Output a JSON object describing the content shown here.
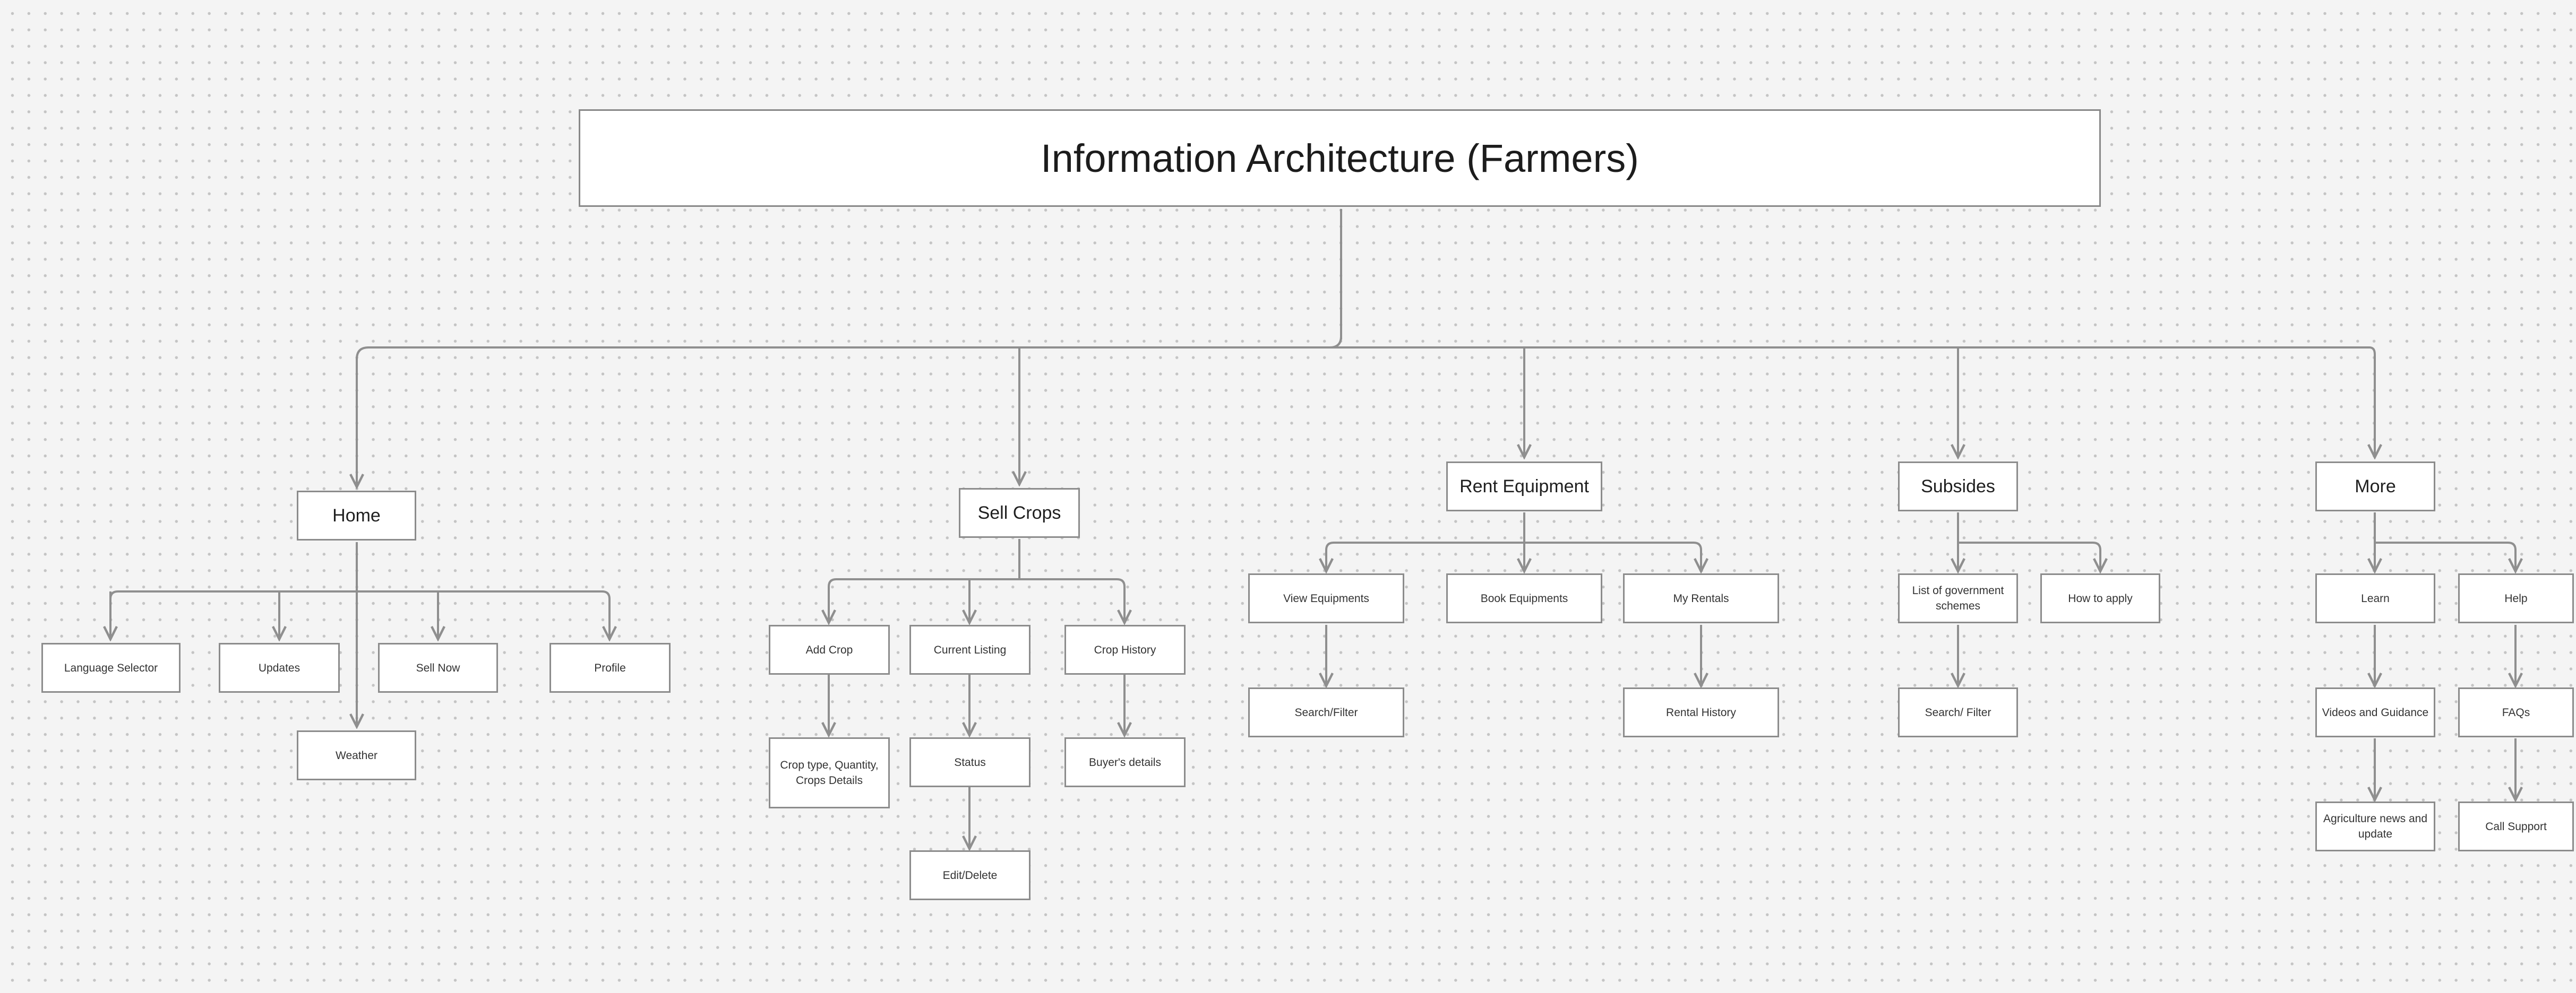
{
  "title": "Information Architecture (Farmers)",
  "colors": {
    "background": "#f4f4f4",
    "box_border": "#8c8c8c",
    "connector": "#8f8f8f",
    "dot": "#c4c4c4"
  },
  "sections": [
    {
      "label": "Home",
      "children": [
        {
          "label": "Language Selector",
          "children": []
        },
        {
          "label": "Updates",
          "children": []
        },
        {
          "label": "Weather",
          "children": []
        },
        {
          "label": "Sell Now",
          "children": []
        },
        {
          "label": "Profile",
          "children": []
        }
      ]
    },
    {
      "label": "Sell Crops",
      "children": [
        {
          "label": "Add Crop",
          "children": [
            "Crop type, Quantity, Crops Details"
          ]
        },
        {
          "label": "Current Listing",
          "children": [
            "Status",
            "Edit/Delete"
          ]
        },
        {
          "label": "Crop History",
          "children": [
            "Buyer's details"
          ]
        }
      ]
    },
    {
      "label": "Rent Equipment",
      "children": [
        {
          "label": "View Equipments",
          "children": [
            "Search/Filter"
          ]
        },
        {
          "label": "Book Equipments",
          "children": []
        },
        {
          "label": "My Rentals",
          "children": [
            "Rental History"
          ]
        }
      ]
    },
    {
      "label": "Subsides",
      "children": [
        {
          "label": "List of government schemes",
          "children": [
            "Search/ Filter"
          ]
        },
        {
          "label": "How to apply",
          "children": []
        }
      ]
    },
    {
      "label": "More",
      "children": [
        {
          "label": "Learn",
          "children": [
            "Videos and Guidance",
            "Agriculture news and update"
          ]
        },
        {
          "label": "Help",
          "children": [
            "FAQs",
            "Call Support"
          ]
        }
      ]
    }
  ]
}
